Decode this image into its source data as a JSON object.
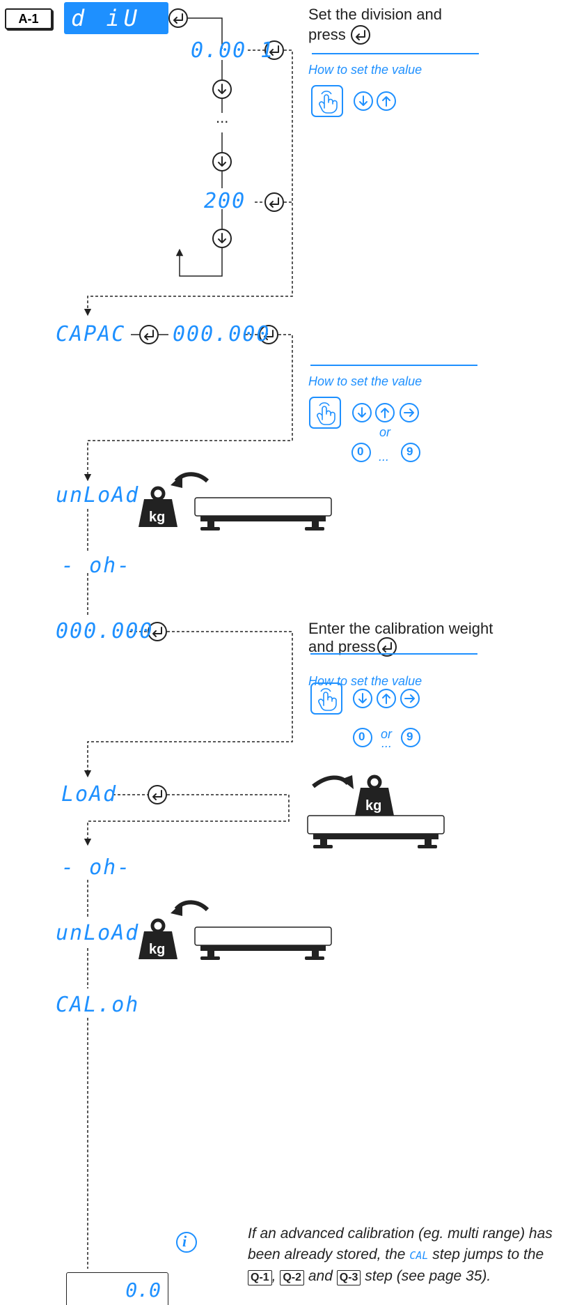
{
  "header": {
    "step_tag": "A-1",
    "display": "d iU"
  },
  "division": {
    "instruction_line1": "Set the division and",
    "instruction_line2": "press",
    "how_to": "How to set the value",
    "first_value": "0.00 1",
    "ellipsis": "...",
    "last_value": "200"
  },
  "capacity": {
    "label": "CAPAC",
    "value": "000.000",
    "how_to": "How to set the value",
    "or": "or",
    "digit_from": "0",
    "digit_to": "9",
    "dots": "..."
  },
  "calibration": {
    "unload": "unLoAd",
    "ok": "- oh-",
    "weight_value": "000.000",
    "instruction_line1": "Enter the calibration weight",
    "instruction_line2": "and press",
    "how_to": "How to set the value",
    "or": "or",
    "dots": "...",
    "digit_from": "0",
    "digit_to": "9",
    "load": "LoAd",
    "ok2": "- oh-",
    "unload2": "unLoAd",
    "cal_ok": "CAL.oh",
    "final_value": "0.0"
  },
  "weight_label": "kg",
  "note": {
    "part1": "If an advanced calibration (eg. multi range) has been already stored, the",
    "cal": "CAL",
    "part2": "step jumps to the",
    "q1": "Q-1",
    "sep1": ",",
    "q2": "Q-2",
    "and": "and",
    "q3": "Q-3",
    "part3": "step (see page 35)."
  },
  "colors": {
    "accent": "#1e90ff",
    "ink": "#222222"
  }
}
